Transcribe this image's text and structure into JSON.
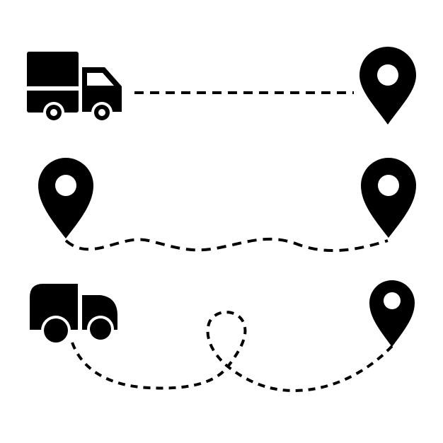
{
  "colors": {
    "background": "#ffffff",
    "ink": "#000000"
  },
  "rows": [
    {
      "start_icon": "box-truck-icon",
      "route": "straight-dashed",
      "end_icon": "map-pin-icon"
    },
    {
      "start_icon": "map-pin-icon",
      "route": "wavy-dashed",
      "end_icon": "map-pin-icon"
    },
    {
      "start_icon": "van-icon",
      "route": "loop-dashed",
      "end_icon": "map-pin-icon"
    }
  ]
}
